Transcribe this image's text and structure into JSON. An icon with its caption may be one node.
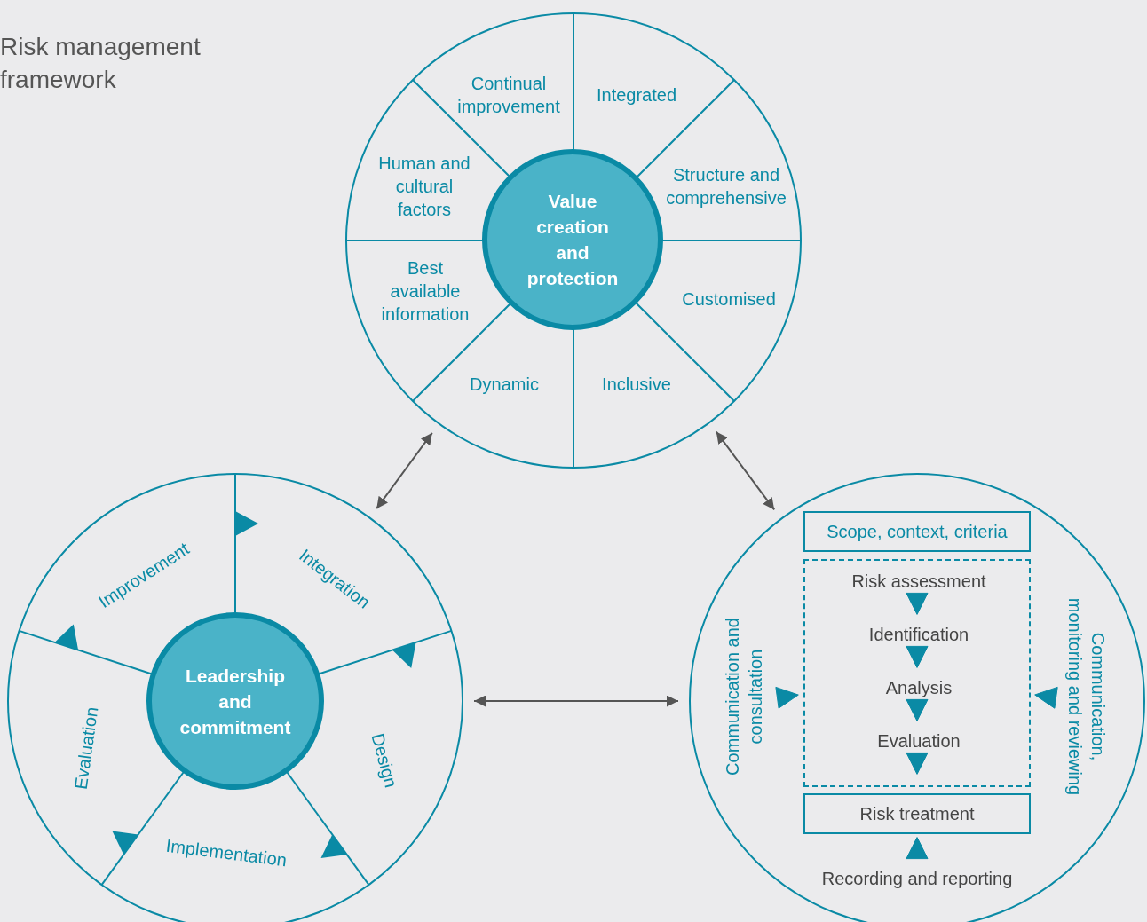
{
  "diagram": {
    "title": "Risk management framework",
    "nodes": [
      {
        "text": [],
        "shape": "circle"
      },
      {
        "text": [
          "Value creation and protection"
        ],
        "in": 0
      },
      {
        "text": [
          "Continual improvement"
        ],
        "in": 0
      },
      {
        "text": [
          "Integrated"
        ],
        "in": 0
      },
      {
        "text": [
          "Human and cultural factors"
        ],
        "in": 0
      },
      {
        "text": [
          "Structure and comprehensive"
        ],
        "in": 0
      },
      {
        "text": [
          "Best available information"
        ],
        "in": 0
      },
      {
        "text": [
          "Customised"
        ],
        "in": 0
      },
      {
        "text": [
          "Dynamic"
        ],
        "in": 0
      },
      {
        "text": [
          "Inclusive"
        ],
        "in": 0
      },
      {
        "text": [],
        "shape": "circle"
      },
      {
        "text": [
          "Improvement"
        ],
        "in": 10
      },
      {
        "text": [
          "Integration"
        ],
        "in": 10
      },
      {
        "text": [
          "Leadership and commitment"
        ],
        "in": 10
      },
      {
        "text": [
          "Evaluation"
        ],
        "in": 10
      },
      {
        "text": [
          "Design"
        ],
        "in": 10
      },
      {
        "text": [
          "Implementation"
        ],
        "in": 10
      },
      {
        "text": [],
        "shape": "circle"
      },
      {
        "text": [
          "Scope, context, criteria"
        ],
        "in": 17
      },
      {
        "text": [],
        "shape": "box",
        "in": 17
      },
      {
        "text": [
          "Risk assessment"
        ],
        "in": 19
      },
      {
        "text": [
          "Identification"
        ],
        "in": 19
      },
      {
        "text": [
          "Analysis"
        ],
        "in": 19
      },
      {
        "text": [
          "Evaluation"
        ],
        "in": 19
      },
      {
        "text": [
          "Communication and consultation"
        ],
        "in": 17
      },
      {
        "text": [
          "Communication, monitoring and reviewing"
        ],
        "in": 17
      },
      {
        "text": [
          "Risk treatment"
        ],
        "in": 17
      },
      {
        "text": [
          "Recording and reporting"
        ],
        "in": 17
      }
    ],
    "edges": [
      {
        "from": 0,
        "to": 10,
        "arrow": "both",
        "color": "#555555"
      },
      {
        "from": 0,
        "to": 17,
        "arrow": "both",
        "color": "#555555"
      },
      {
        "from": 10,
        "to": 17,
        "arrow": "both",
        "color": "#555555"
      },
      {
        "from": 20,
        "to": 21,
        "arrow": "to"
      },
      {
        "from": 21,
        "to": 22,
        "arrow": "to"
      },
      {
        "from": 22,
        "to": 23,
        "arrow": "to"
      },
      {
        "from": 23,
        "to": 26,
        "arrow": "to"
      },
      {
        "from": 27,
        "to": 26,
        "arrow": "to"
      },
      {
        "from": 24,
        "to": 19,
        "arrow": "to"
      },
      {
        "from": 25,
        "to": 19,
        "arrow": "to"
      }
    ]
  }
}
